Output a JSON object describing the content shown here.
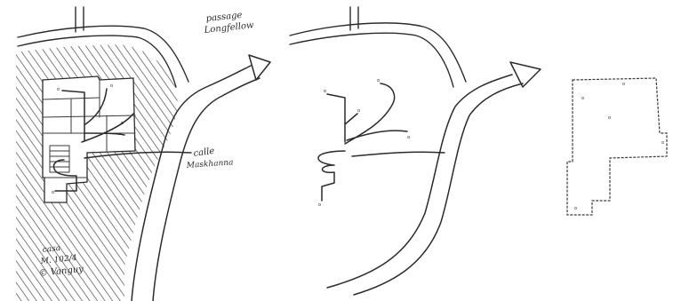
{
  "panels": [
    {
      "name": "site-plan-sketch",
      "labels": {
        "passage": [
          "passage",
          "Longfellow"
        ],
        "street": [
          "calle",
          "Maskhanna"
        ],
        "signature": [
          "casa",
          "M. 102/4",
          "© Vanguy"
        ]
      }
    },
    {
      "name": "circulation-diagram"
    },
    {
      "name": "floor-plan-outline"
    }
  ],
  "colors": {
    "paper": "#ffffff",
    "ink": "#2b2b2b",
    "hatch": "#4a4a4a"
  }
}
